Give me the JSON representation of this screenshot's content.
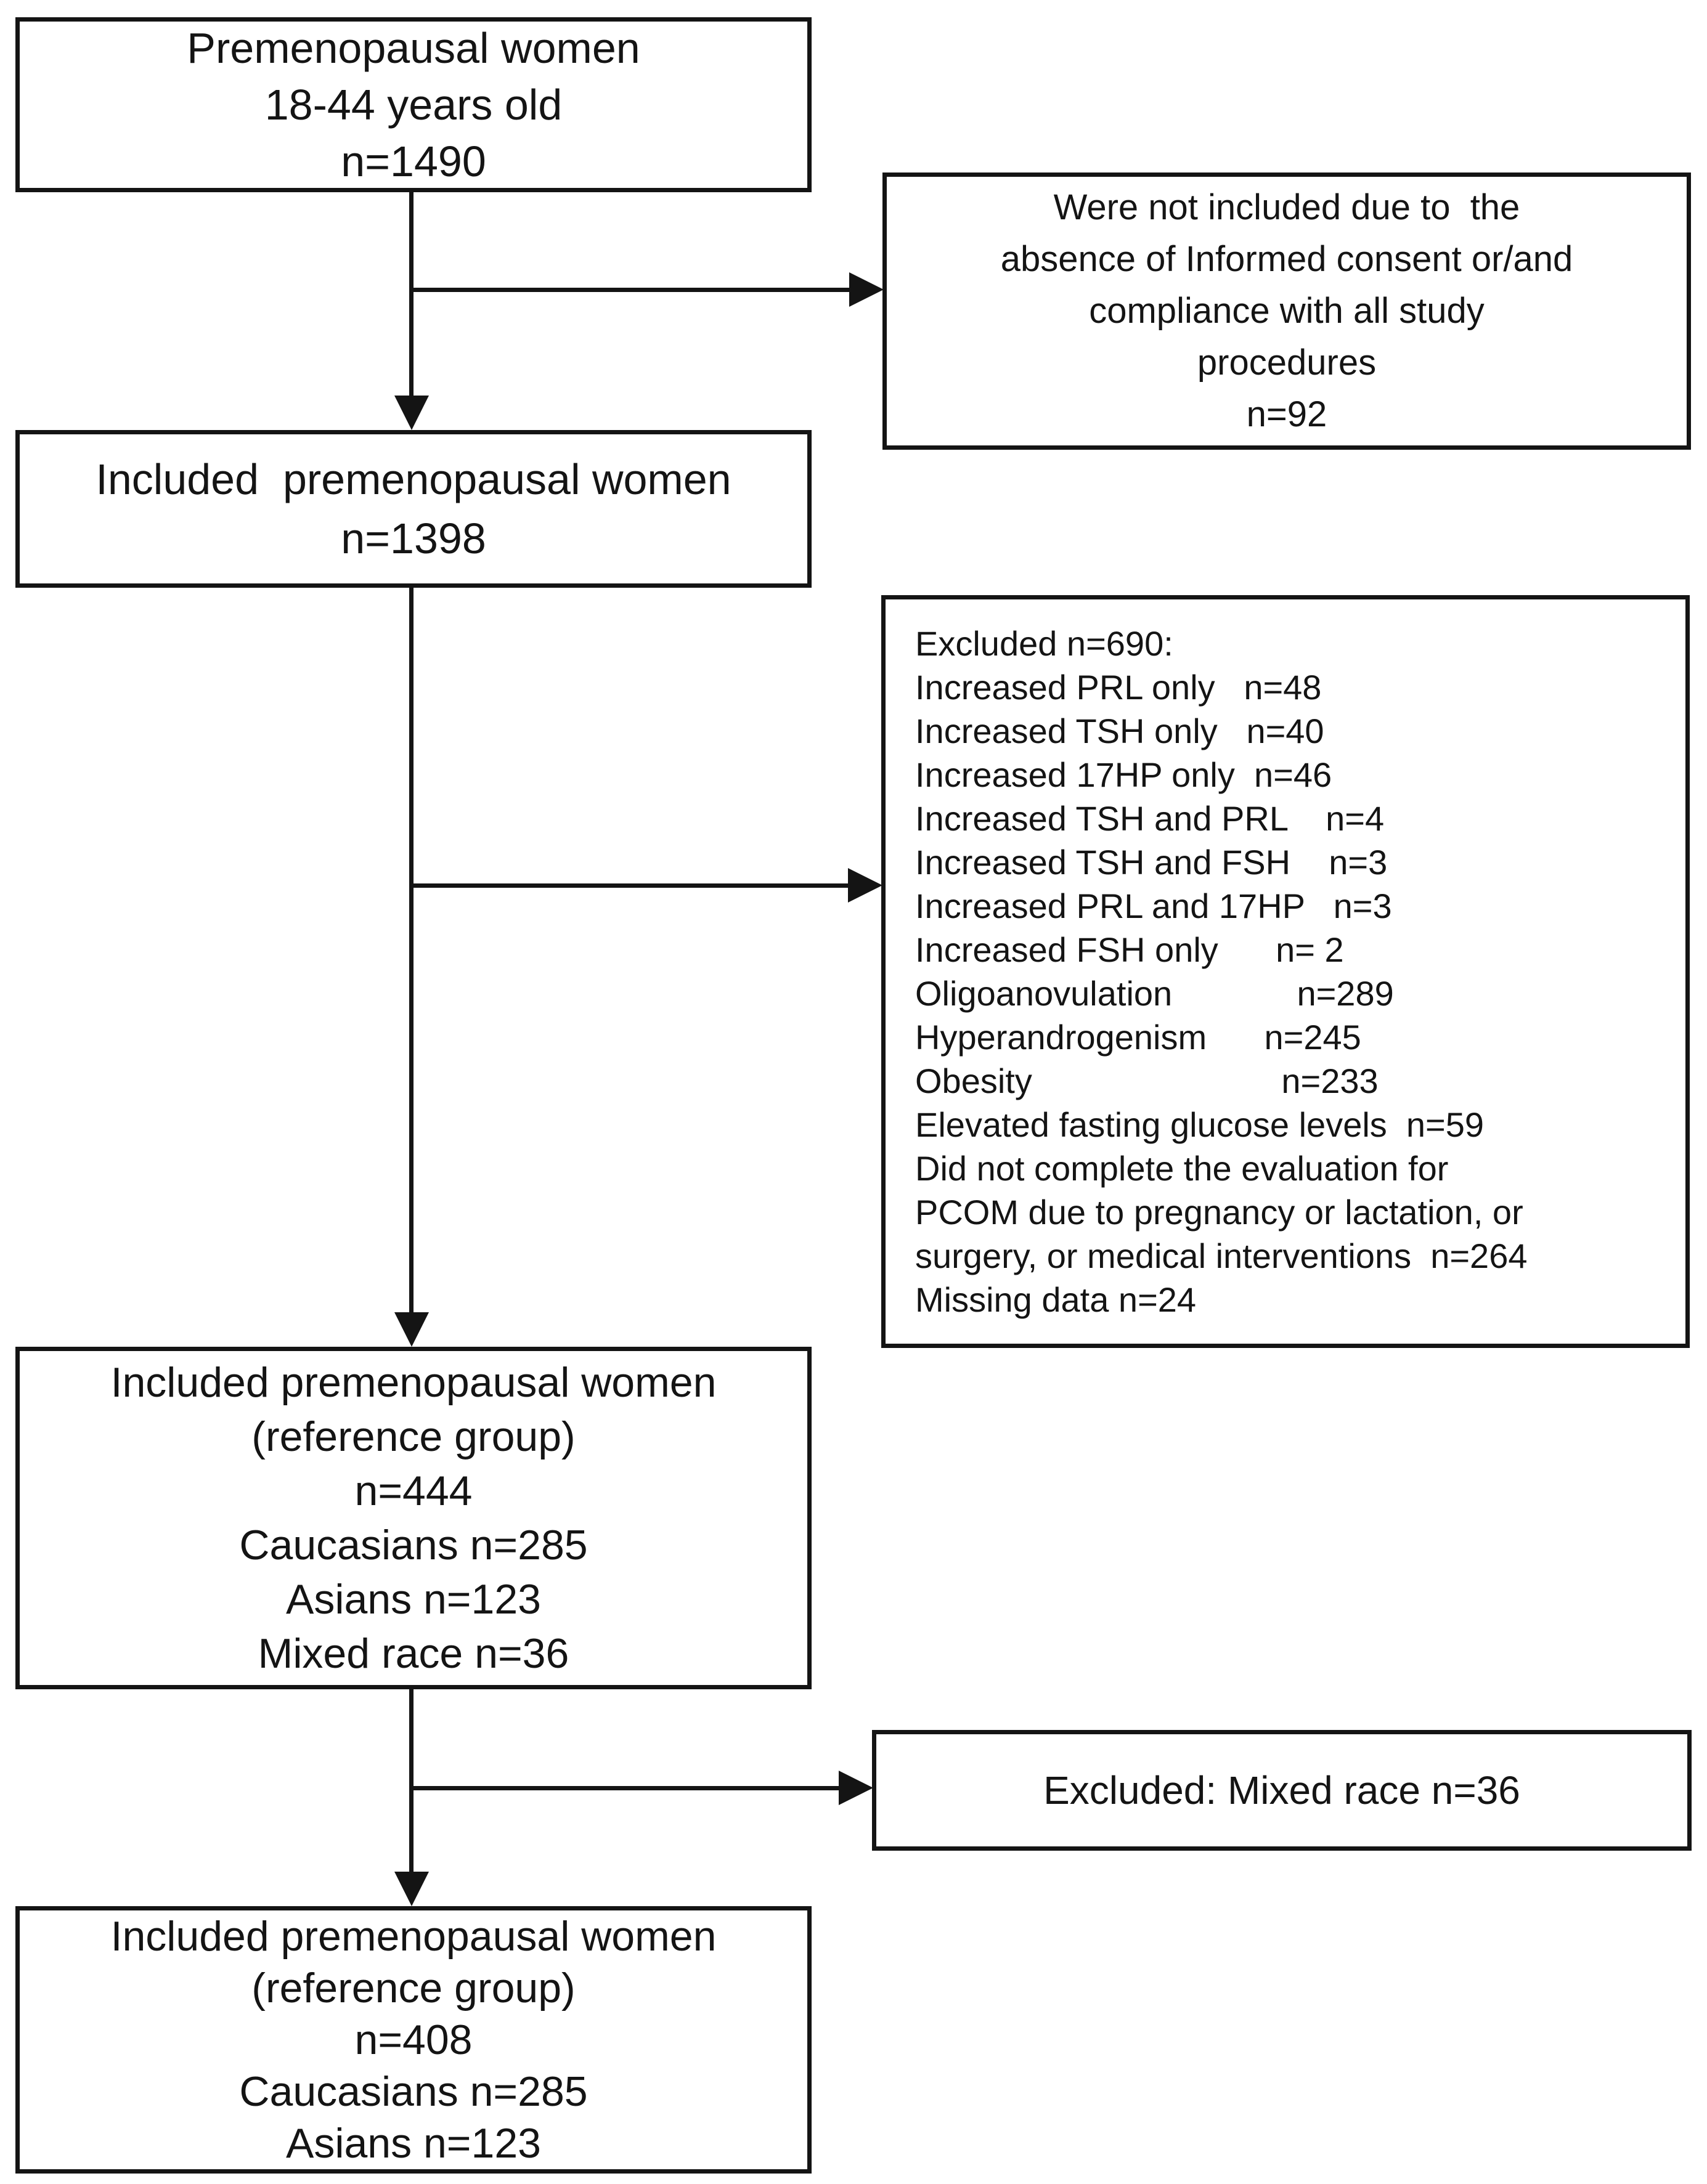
{
  "colors": {
    "border": "#141414",
    "text": "#141414",
    "background": "#ffffff"
  },
  "flowchart": {
    "top_box": {
      "lines": [
        "Premenopausal women",
        "18-44 years old",
        "n=1490"
      ]
    },
    "not_included_box": {
      "lines": [
        "Were not included due to  the",
        "absence of Informed consent or/and",
        "compliance with all study",
        "procedures",
        "n=92"
      ]
    },
    "included_1398_box": {
      "lines": [
        "Included  premenopausal women",
        "n=1398"
      ]
    },
    "excluded_690_box": {
      "lines": [
        "Excluded n=690:",
        "Increased PRL only   n=48",
        "Increased TSH only   n=40",
        "Increased 17HP only  n=46",
        "Increased TSH and PRL    n=4",
        "Increased TSH and FSH    n=3",
        "Increased PRL and 17HP   n=3",
        "Increased FSH only      n= 2",
        "Oligoanovulation             n=289",
        "Hyperandrogenism      n=245",
        "Obesity                          n=233",
        "Elevated fasting glucose levels  n=59",
        "Did not complete the evaluation for",
        "PCOM due to pregnancy or lactation, or",
        "surgery, or medical interventions  n=264",
        "Missing data n=24"
      ]
    },
    "included_444_box": {
      "lines": [
        "Included premenopausal women",
        "(reference group)",
        "n=444",
        "Caucasians n=285",
        "Asians n=123",
        "Mixed race n=36"
      ]
    },
    "excluded_mixed_box": {
      "lines": [
        "Excluded: Mixed race n=36"
      ]
    },
    "included_408_box": {
      "lines": [
        "Included premenopausal women",
        "(reference group)",
        "n=408",
        "Caucasians n=285",
        "Asians n=123"
      ]
    }
  }
}
